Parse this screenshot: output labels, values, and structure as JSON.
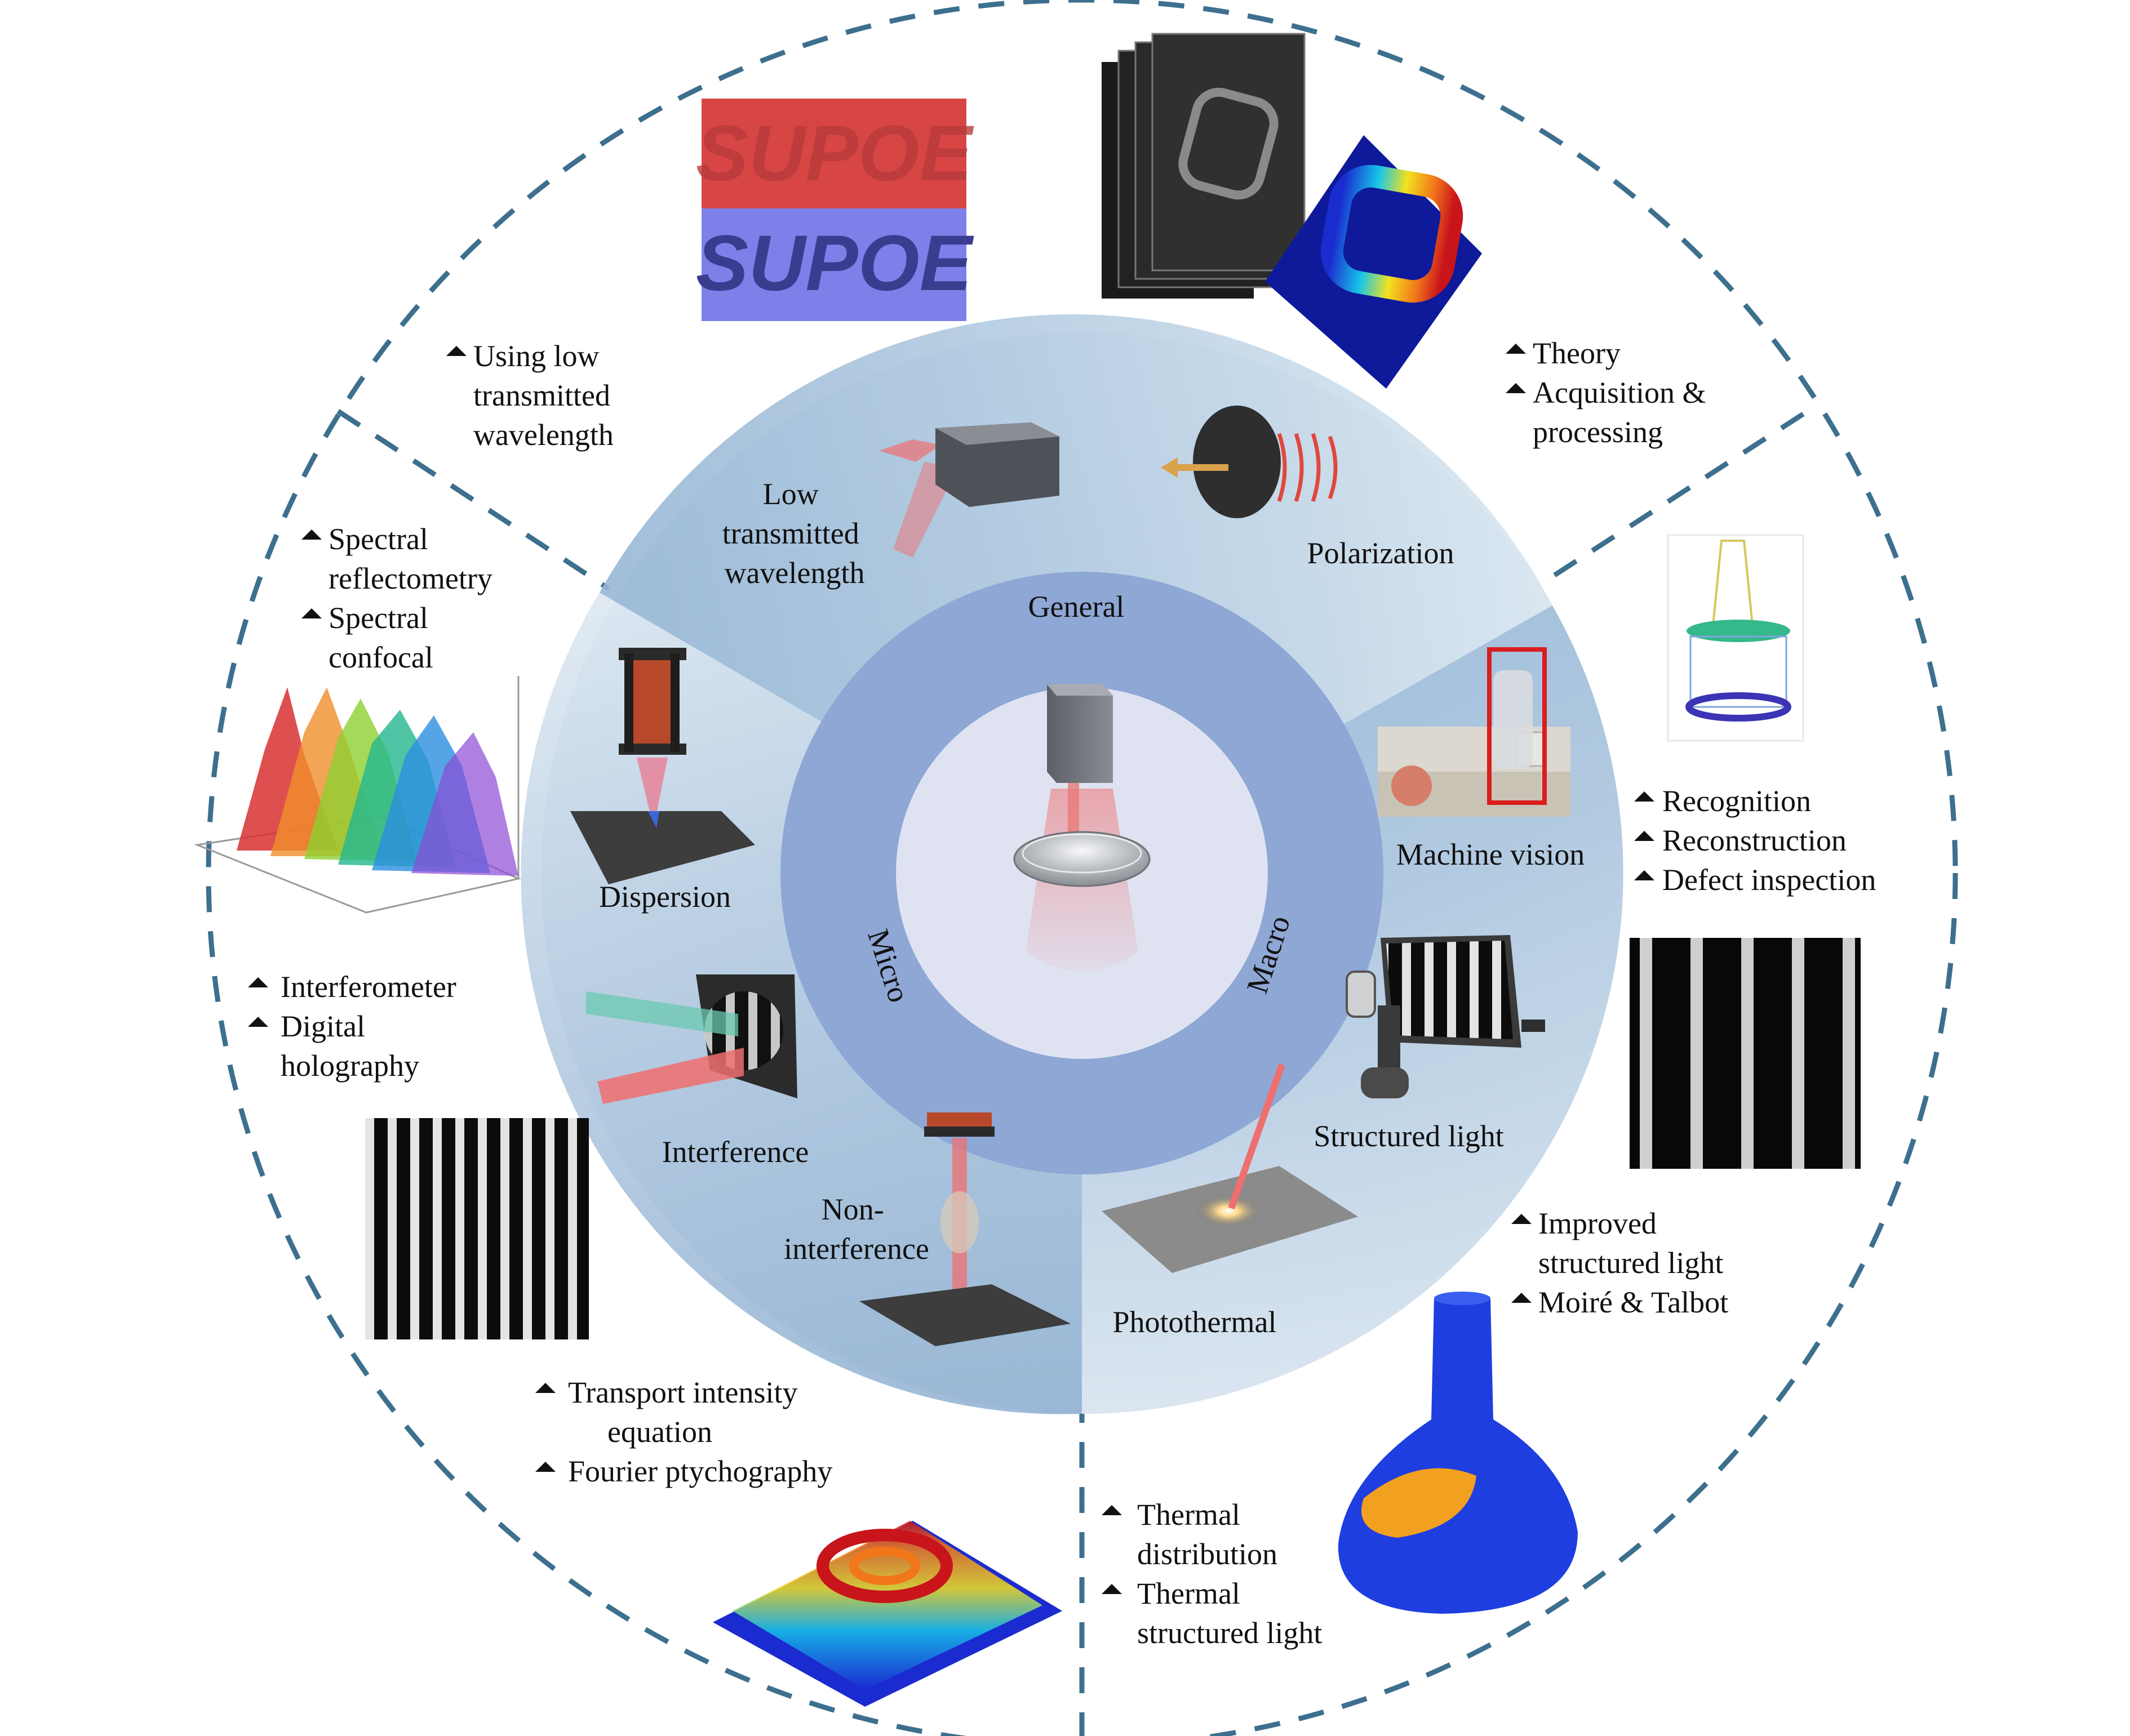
{
  "center": {
    "general_label": "General",
    "micro_label": "Micro",
    "macro_label": "Macro"
  },
  "methods": {
    "low_transmitted": [
      "Low",
      "transmitted",
      "wavelength"
    ],
    "polarization": "Polarization",
    "machine_vision": "Machine vision",
    "structured_light": "Structured light",
    "photothermal": "Photothermal",
    "non_interference": [
      "Non-",
      "interference"
    ],
    "interference": "Interference",
    "dispersion": "Dispersion"
  },
  "techniques": {
    "low_transmitted": [
      "Using low",
      "transmitted",
      "wavelength"
    ],
    "polarization": [
      "Theory",
      "Acquisition &",
      "processing"
    ],
    "dispersion": [
      "Spectral",
      "reflectometry",
      "Spectral",
      "confocal"
    ],
    "interference": [
      "Interferometer",
      "Digital",
      "holography"
    ],
    "machine_vision": [
      "Recognition",
      "Reconstruction",
      "Defect inspection"
    ],
    "structured_light": [
      "Improved",
      "structured light",
      "Moiré & Talbot"
    ],
    "non_interference": [
      "Transport intensity",
      "equation",
      "Fourier ptychography"
    ],
    "photothermal": [
      "Thermal",
      "distribution",
      "Thermal",
      "structured light"
    ]
  },
  "example_images": {
    "low_transmitted_logo": "SUPOE"
  },
  "colors": {
    "outer_dash": "#3d6f8e",
    "middle_ring_light": "#d8e4ef",
    "middle_ring_dark": "#9fbdd9",
    "inner_ring": "#8fa8d6",
    "core": "#dfe3f1",
    "text": "#111111"
  }
}
